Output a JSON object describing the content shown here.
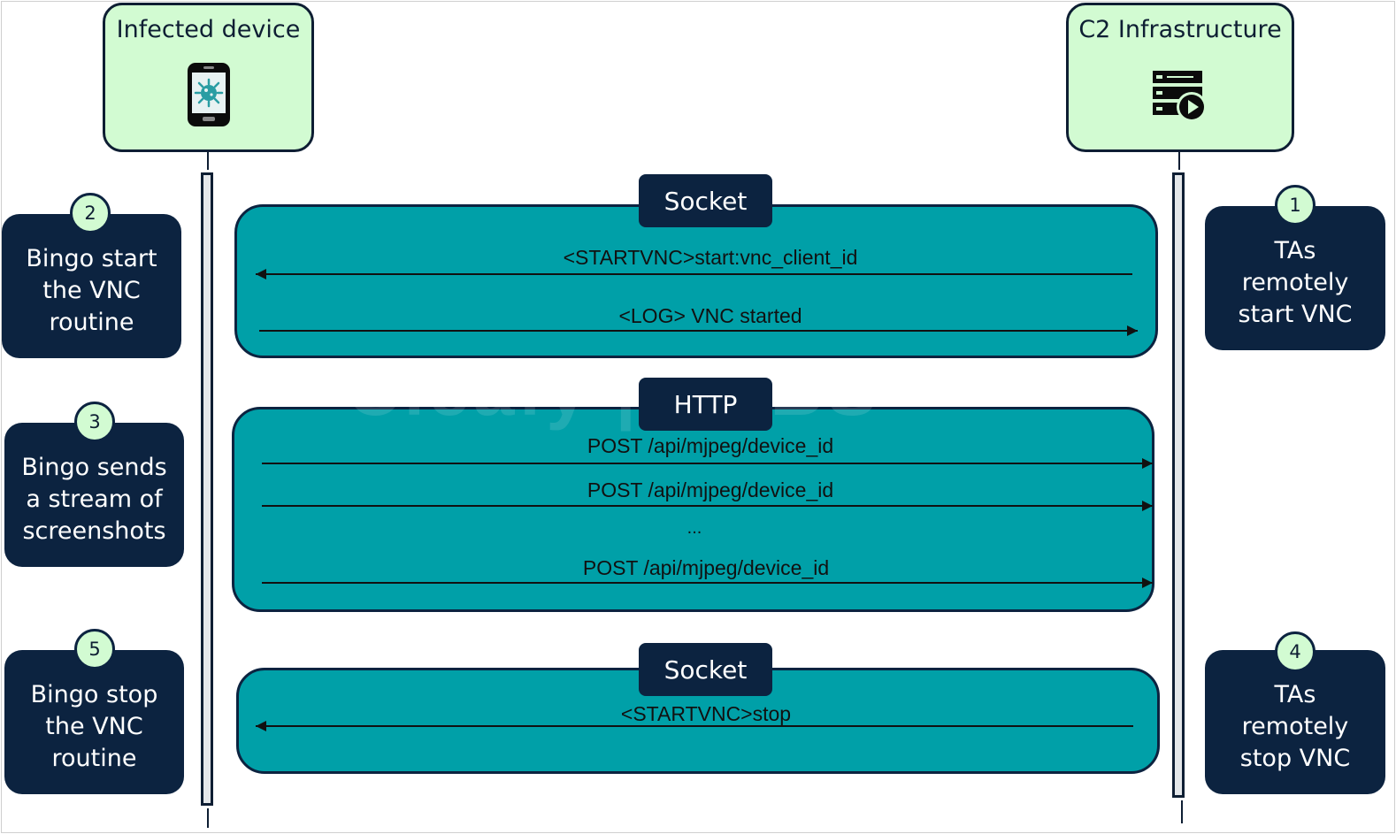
{
  "actors": {
    "left": {
      "title": "Infected device",
      "icon": "infected-phone-icon"
    },
    "right": {
      "title": "C2 Infrastructure",
      "icon": "server-play-icon"
    }
  },
  "steps": [
    {
      "number": "1",
      "text": "TAs\nremotely\nstart VNC"
    },
    {
      "number": "2",
      "text": "Bingo start\nthe VNC\nroutine"
    },
    {
      "number": "3",
      "text": "Bingo sends\na stream of\nscreenshots"
    },
    {
      "number": "4",
      "text": "TAs\nremotely\nstop VNC"
    },
    {
      "number": "5",
      "text": "Bingo stop\nthe VNC\nroutine"
    }
  ],
  "groups": [
    {
      "protocol": "Socket",
      "messages": [
        {
          "text": "<STARTVNC>start:vnc_client_id",
          "direction": "to-device"
        },
        {
          "text": "<LOG> VNC started",
          "direction": "to-c2"
        }
      ]
    },
    {
      "protocol": "HTTP",
      "messages": [
        {
          "text": "POST /api/mjpeg/device_id",
          "direction": "to-c2"
        },
        {
          "text": "POST /api/mjpeg/device_id",
          "direction": "to-c2"
        },
        {
          "text": "...",
          "direction": "none"
        },
        {
          "text": "POST /api/mjpeg/device_id",
          "direction": "to-c2"
        }
      ]
    },
    {
      "protocol": "Socket",
      "messages": [
        {
          "text": "<STARTVNC>stop",
          "direction": "to-device"
        }
      ]
    }
  ],
  "watermark": "Cleafy | LABS",
  "colors": {
    "navy": "#0c2340",
    "teal": "#00a0a8",
    "mint": "#d2fbd2",
    "lifeline": "#e4e7ea"
  }
}
